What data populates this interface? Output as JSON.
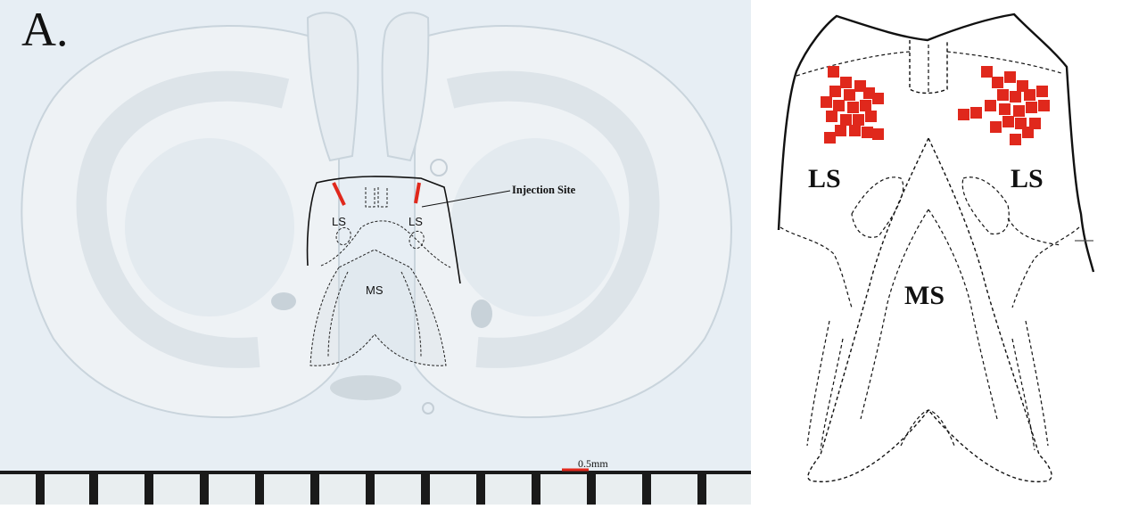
{
  "panel_label": "A.",
  "photo": {
    "annotation": "Injection Site",
    "region_left": "LS",
    "region_right": "LS",
    "region_middle": "MS",
    "scale_label": "0.5mm"
  },
  "schematic": {
    "region_left": "LS",
    "region_right": "LS",
    "region_middle": "MS"
  },
  "colors": {
    "marker": "#e0281c",
    "slide_background": "#dfe9f1",
    "tissue": "#ecf1f4",
    "ruler": "#1a1a1a"
  }
}
